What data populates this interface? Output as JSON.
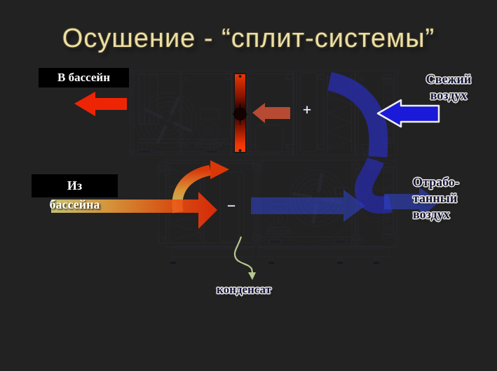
{
  "slide": {
    "title": "Осушение - “сплит-системы”"
  },
  "labels": {
    "to_pool": "В бассейн",
    "from_pool_line1": "Из",
    "from_pool_line2": "бассейна",
    "fresh_air_line1": "Свежий",
    "fresh_air_line2": "воздух",
    "exhaust_line1": "Отрабо-",
    "exhaust_line2": "танный",
    "exhaust_line3": "воздух",
    "condensate": "конденсат"
  },
  "diagram": {
    "plus_sign": "+",
    "minus_sign": "−"
  },
  "colors": {
    "title_text": "#ecdfa2",
    "hot_arrow_red": "#ee2505",
    "warm_arrow_salmon": "#bf4d35",
    "pool_return_gradient_start": "#ded87a",
    "pool_return_gradient_end": "#ee2a06",
    "fresh_air_blue": "#1a1ad8",
    "exhaust_blue": "#3142c8",
    "condensate_green": "#b6c88e",
    "label_box_bg": "#000000",
    "label_box_text": "#ffffff",
    "dark_label_text": "#14143a"
  }
}
